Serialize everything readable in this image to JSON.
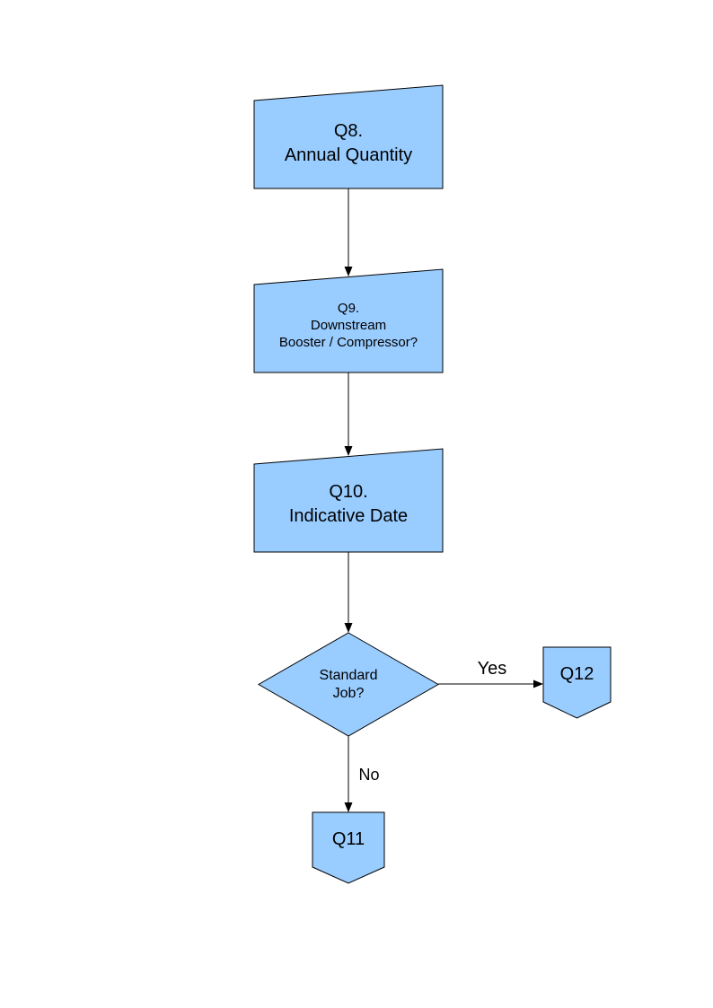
{
  "colors": {
    "shape_fill": "#99CCFF",
    "shape_border": "#000000",
    "connector": "#000000",
    "background": "#FFFFFF",
    "text": "#000000"
  },
  "nodes": {
    "q8": {
      "type": "manual-input",
      "lines": [
        "Q8.",
        "Annual Quantity"
      ]
    },
    "q9": {
      "type": "manual-input",
      "lines": [
        "Q9.",
        "Downstream",
        "Booster / Compressor?"
      ]
    },
    "q10": {
      "type": "manual-input",
      "lines": [
        "Q10.",
        "Indicative Date"
      ]
    },
    "decision": {
      "type": "decision",
      "lines": [
        "Standard",
        "Job?"
      ]
    },
    "q12": {
      "type": "off-page-connector",
      "label": "Q12"
    },
    "q11": {
      "type": "off-page-connector",
      "label": "Q11"
    }
  },
  "edges": [
    {
      "from": "q8",
      "to": "q9",
      "label": ""
    },
    {
      "from": "q9",
      "to": "q10",
      "label": ""
    },
    {
      "from": "q10",
      "to": "decision",
      "label": ""
    },
    {
      "from": "decision",
      "to": "q12",
      "label": "Yes"
    },
    {
      "from": "decision",
      "to": "q11",
      "label": "No"
    }
  ]
}
